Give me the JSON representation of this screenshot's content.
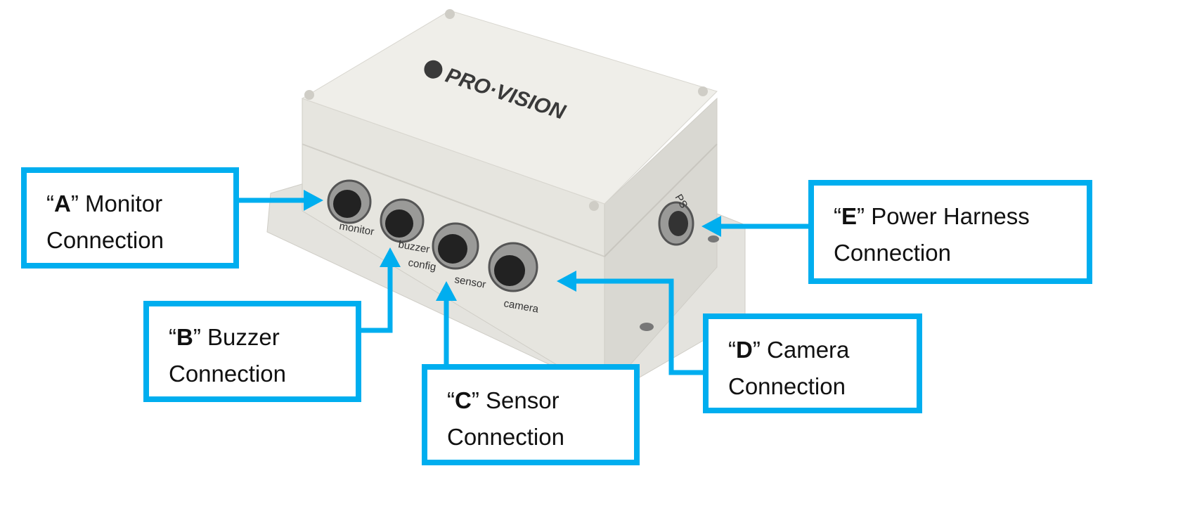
{
  "device": {
    "brand": "PRO·VISION",
    "port_labels": {
      "a": "monitor",
      "b": "buzzer",
      "b2": "config",
      "c": "sensor",
      "d": "camera",
      "e": "PS"
    }
  },
  "callouts": [
    {
      "letter": "A",
      "title": "Monitor",
      "line2": "Connection"
    },
    {
      "letter": "B",
      "title": "Buzzer",
      "line2": "Connection"
    },
    {
      "letter": "C",
      "title": "Sensor",
      "line2": "Connection"
    },
    {
      "letter": "D",
      "title": "Camera",
      "line2": "Connection"
    },
    {
      "letter": "E",
      "title": "Power Harness",
      "line2": "Connection"
    }
  ],
  "quotes": {
    "open": "“",
    "close": "”"
  },
  "colors": {
    "accent": "#00aeef",
    "housing": "#e9e8e3"
  }
}
